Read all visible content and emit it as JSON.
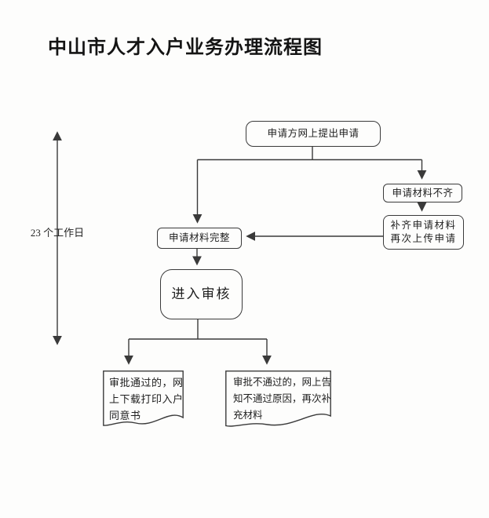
{
  "title": "中山市人才入户业务办理流程图",
  "colors": {
    "line": "#3a3a3a",
    "text": "#1e1e1e",
    "background": "#fdfdfc"
  },
  "flowchart": {
    "duration_label": "23 个工作日",
    "nodes": {
      "apply": {
        "label": "申请方网上提出申请"
      },
      "incomplete": {
        "label": "申请材料不齐"
      },
      "resubmit": {
        "lines": [
          "补齐申请材料",
          "再次上传申请"
        ]
      },
      "complete": {
        "label": "申请材料完整"
      },
      "review": {
        "label": "进入审核"
      },
      "approved": {
        "lines": [
          "审批通过的，网",
          "上下载打印入户",
          "同意书"
        ]
      },
      "rejected": {
        "lines": [
          "审批不通过的，网上告",
          "知不通过原因，再次补",
          "充材料"
        ]
      }
    }
  }
}
